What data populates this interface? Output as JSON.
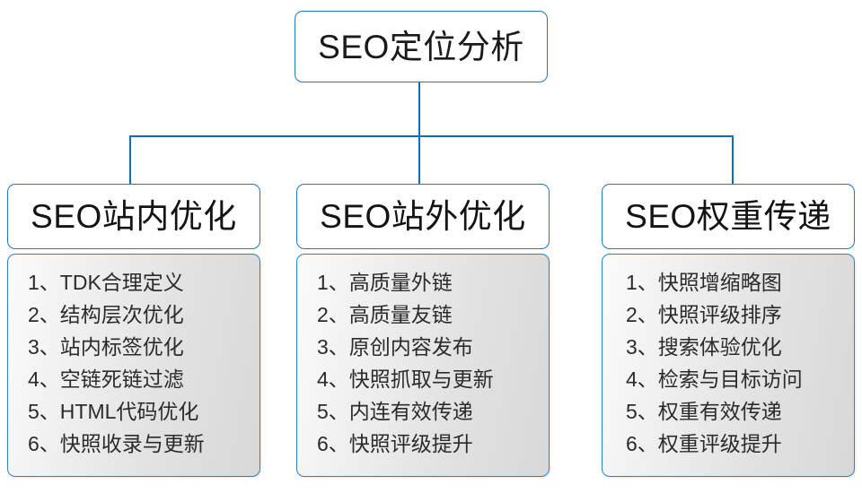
{
  "diagram": {
    "type": "org-tree",
    "accent_color": "#1f77be",
    "connector_color": "#0f6cb6",
    "root": {
      "title": "SEO定位分析"
    },
    "columns": [
      {
        "header": "SEO站内优化",
        "items": [
          {
            "index": "1、",
            "label": "TDK合理定义"
          },
          {
            "index": "2、",
            "label": "结构层次优化"
          },
          {
            "index": "3、",
            "label": "站内标签优化"
          },
          {
            "index": "4、",
            "label": "空链死链过滤"
          },
          {
            "index": "5、",
            "label": "HTML代码优化"
          },
          {
            "index": "6、",
            "label": "快照收录与更新"
          }
        ]
      },
      {
        "header": "SEO站外优化",
        "items": [
          {
            "index": "1、",
            "label": "高质量外链"
          },
          {
            "index": "2、",
            "label": "高质量友链"
          },
          {
            "index": "3、",
            "label": "原创内容发布"
          },
          {
            "index": "4、",
            "label": "快照抓取与更新"
          },
          {
            "index": "5、",
            "label": "内连有效传递"
          },
          {
            "index": "6、",
            "label": "快照评级提升"
          }
        ]
      },
      {
        "header": "SEO权重传递",
        "items": [
          {
            "index": "1、",
            "label": "快照增缩略图"
          },
          {
            "index": "2、",
            "label": "快照评级排序"
          },
          {
            "index": "3、",
            "label": "搜索体验优化"
          },
          {
            "index": "4、",
            "label": "检索与目标访问"
          },
          {
            "index": "5、",
            "label": "权重有效传递"
          },
          {
            "index": "6、",
            "label": "权重评级提升"
          }
        ]
      }
    ]
  }
}
